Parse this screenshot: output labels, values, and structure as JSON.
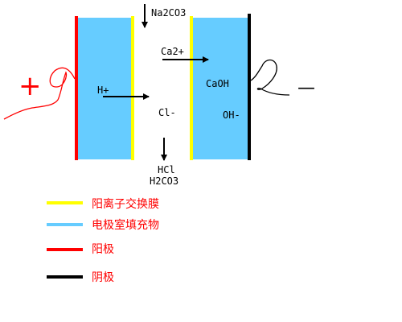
{
  "colors": {
    "membrane": "#ffff00",
    "filler": "#66ccff",
    "anode": "#ff0000",
    "cathode": "#000000",
    "arrow": "#000000",
    "legend_text": "#ff0000"
  },
  "labels": {
    "feed_in": "Na2CO3",
    "cation_in": "Ca2+",
    "proton": "H+",
    "chloride": "Cl-",
    "product_out_1": "HCl",
    "product_out_2": "H2CO3",
    "cathode_solid": "CaOH",
    "hydroxide": "OH-",
    "plus_sign": "+",
    "minus_sign": "—"
  },
  "legend": [
    {
      "label": "阳离子交换膜",
      "color": "#ffff00"
    },
    {
      "label": "电极室填充物",
      "color": "#66ccff"
    },
    {
      "label": "阳极",
      "color": "#ff0000"
    },
    {
      "label": "阴极",
      "color": "#000000"
    }
  ]
}
